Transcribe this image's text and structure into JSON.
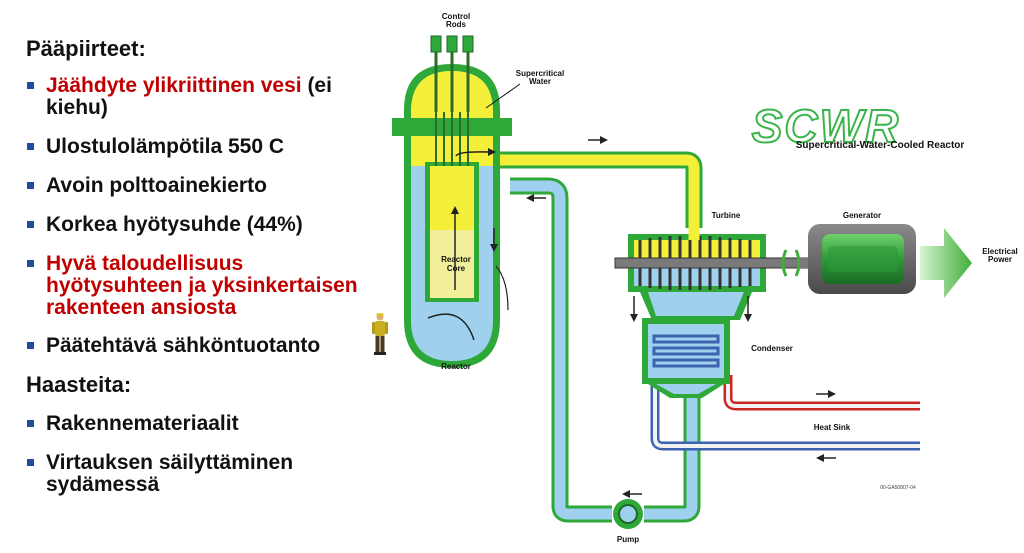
{
  "left_text": {
    "heading_features": "Pääpiirteet:",
    "features": [
      {
        "lines": [
          "Jäähdyte ylikriittinen vesi",
          " (ei",
          "kiehu)"
        ]
      },
      {
        "lines": [
          "Ulostulolämpötila 550  C"
        ]
      },
      {
        "lines": [
          "Avoin polttoainekierto"
        ]
      },
      {
        "lines": [
          "Korkea hyötysuhde (44%)"
        ]
      },
      {
        "lines": [
          "Hyvä taloudellisuus",
          "hyötysuhteen ja yksinkertaisen",
          "rakenteen ansiosta"
        ]
      },
      {
        "lines": [
          "Päätehtävä sähköntuotanto"
        ]
      }
    ],
    "heading_challenges": "Haasteita:",
    "challenges": [
      {
        "lines": [
          "Rakennemateriaalit"
        ]
      },
      {
        "lines": [
          "Virtauksen säilyttäminen",
          "sydämessä"
        ]
      }
    ]
  },
  "diagram": {
    "logo": "SCWR",
    "logo_subtitle": "Supercritical-Water-Cooled Reactor",
    "labels": {
      "control_rods_1": "Control",
      "control_rods_2": "Rods",
      "supercritical_1": "Supercritical",
      "supercritical_2": "Water",
      "reactor_core_1": "Reactor",
      "reactor_core_2": "Core",
      "reactor": "Reactor",
      "turbine": "Turbine",
      "generator": "Generator",
      "electrical_power_1": "Electrical",
      "electrical_power_2": "Power",
      "condenser": "Condenser",
      "heat_sink": "Heat Sink",
      "pump": "Pump",
      "code": "00-GA50807-04"
    },
    "colors": {
      "vessel_outline": "#2fa83a",
      "supercritical_water": "#f4f03a",
      "cool_water": "#9fd0ee",
      "hot_pipe": "#c8281e",
      "cold_pipe": "#3c62b0",
      "generator": "#2e9a3a",
      "arrow": "#7ccf6a"
    }
  }
}
